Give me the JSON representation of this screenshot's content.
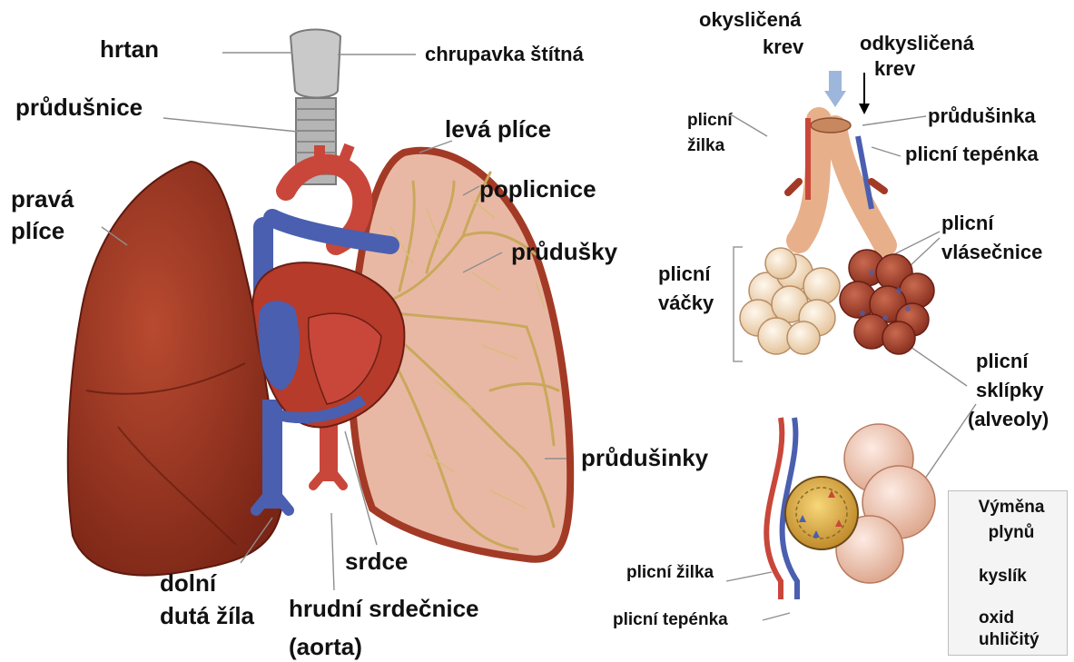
{
  "labels": {
    "hrtan": "hrtan",
    "chrupavka": "chrupavka štítná",
    "prudusnice": "průdušnice",
    "leva_plice": "levá plíce",
    "prava_plice_1": "pravá",
    "prava_plice_2": "plíce",
    "poplicnice": "poplicnice",
    "prudusky": "průdušky",
    "prudusinky": "průdušinky",
    "srdce": "srdce",
    "aorta_1": "hrudní srdečnice",
    "aorta_2": "(aorta)",
    "dolni_1": "dolní",
    "dolni_2": "dutá žíla"
  },
  "detail": {
    "okyslicena_1": "okysličená",
    "okyslicena_2": "krev",
    "odkyslicena_1": "odkysličená",
    "odkyslicena_2": "krev",
    "plicni_zilka_1": "plicní",
    "plicni_zilka_2": "žilka",
    "prudusinka": "průdušinka",
    "plicni_tepenka": "plicní tepénka",
    "vlasecnice_1": "plicní",
    "vlasecnice_2": "vlásečnice",
    "vacky_1": "plicní",
    "vacky_2": "váčky",
    "sklipky_1": "plicní",
    "sklipky_2": "sklípky",
    "sklipky_3": "(alveoly)",
    "zilka_bottom": "plicní žilka",
    "tepenka_bottom": "plicní tepénka"
  },
  "legend": {
    "title_1": "Výměna",
    "title_2": "plynů",
    "kyslik": "kyslík",
    "oxid_1": "oxid",
    "oxid_2": "uhličitý"
  },
  "colors": {
    "lung": "#a33a26",
    "lung_dark": "#7a2516",
    "artery": "#c8473a",
    "vein": "#4a5fb0",
    "bronchi": "#c9a85c",
    "alveoli": "#f2dcc0",
    "trachea": "#a7a7a7"
  }
}
